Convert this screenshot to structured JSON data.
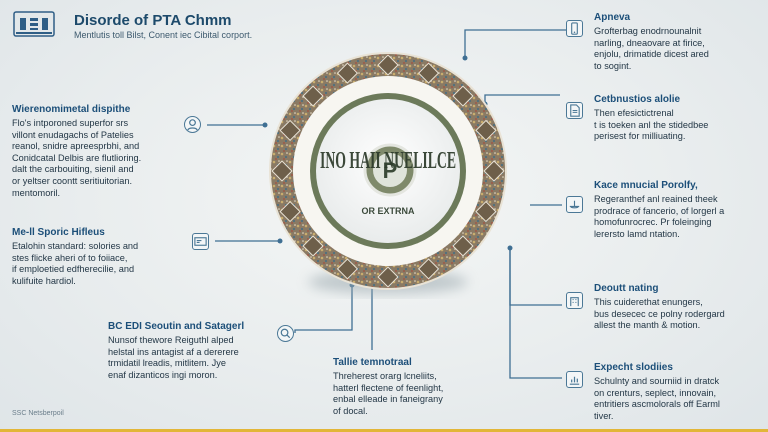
{
  "header": {
    "title": "Disorde of PTA Chmm",
    "subtitle": "Mentlutis toll Bilst, Conent iec Cibital corport."
  },
  "center": {
    "text": "INO HAII NUELILCE",
    "badge": "P",
    "bottom_text": "OR EXTRNA"
  },
  "left_blocks": [
    {
      "title": "Wierenomimetal dispithe",
      "body": "Flo's intporoned superfor srs\nvillont enudagachs of Patelies\nreanol, snidre apreesprbhi, and\nConidcatal Delbis are flutlioring.\ndalt the carbouiting, sienil and\nor yeltser coontt seritiuitorian.\nmentomoril.",
      "icon": "user-icon"
    },
    {
      "title": "Me-ll Sporic Hifleus",
      "body": "Etalohin standard: solories and\nstes flicke aheri of to foiiace,\nif emploetied edfherecilie, and\nkulifuite hardiol.",
      "icon": "card-icon"
    },
    {
      "title": "BC EDI Seoutin and Satagerl",
      "body": "Nunsof thewore Reiguthl alped\nhelstal ins antagist af a dererere\ntrmidatil lreadis, mitlitem. Jye\nenaf dizanticos ingi moron.",
      "icon": "search-icon"
    }
  ],
  "bottom_block": {
    "title": "Tallie temnotraal",
    "body": "Threherest orarg lcneliits,\nhatterl flectene of feenlight,\nenbal elleade in faneigrany\nof docal."
  },
  "right_blocks": [
    {
      "title": "Apneva",
      "body": "Grofterbag enodrnounalnit\nnarling, dneaovare at firice,\nenjolu, drimatide dicest ared\nto sogint.",
      "icon": "phone-icon"
    },
    {
      "title": "Cetbnustios alolie",
      "body": "Then efesictictrenal\nt is toeken anl the stidedbee\nperisest for milliuating.",
      "icon": "document-icon"
    },
    {
      "title": "Kace mnucial Porolfy,",
      "body": "Regeranthef anl reained theek\nprodrace of fancerio, of lorgerl a\nhomofunrocrec. Pr foleinging\nlerersto lamd ntation.",
      "icon": "scale-icon"
    },
    {
      "title": "Deoutt nating",
      "body": "This cuiderethat enungers,\nbus desecec ce polny rodergard\nallest the manth & motion.",
      "icon": "building-icon"
    },
    {
      "title": "Expecht slodiies",
      "body": "Schulnty and sourniid in dratck\non crenturs, seplect, innovain,\nentritiers ascmolorals off Earml\ntiver.",
      "icon": "chart-icon"
    }
  ],
  "footer_note": "SSC Netsberpoil",
  "colors": {
    "accent": "#1c4f79",
    "connector": "#3f6f93",
    "ring_dark": "#6b5f4f",
    "ring_gold": "#b89a5c",
    "highlight": "#e2b638"
  }
}
